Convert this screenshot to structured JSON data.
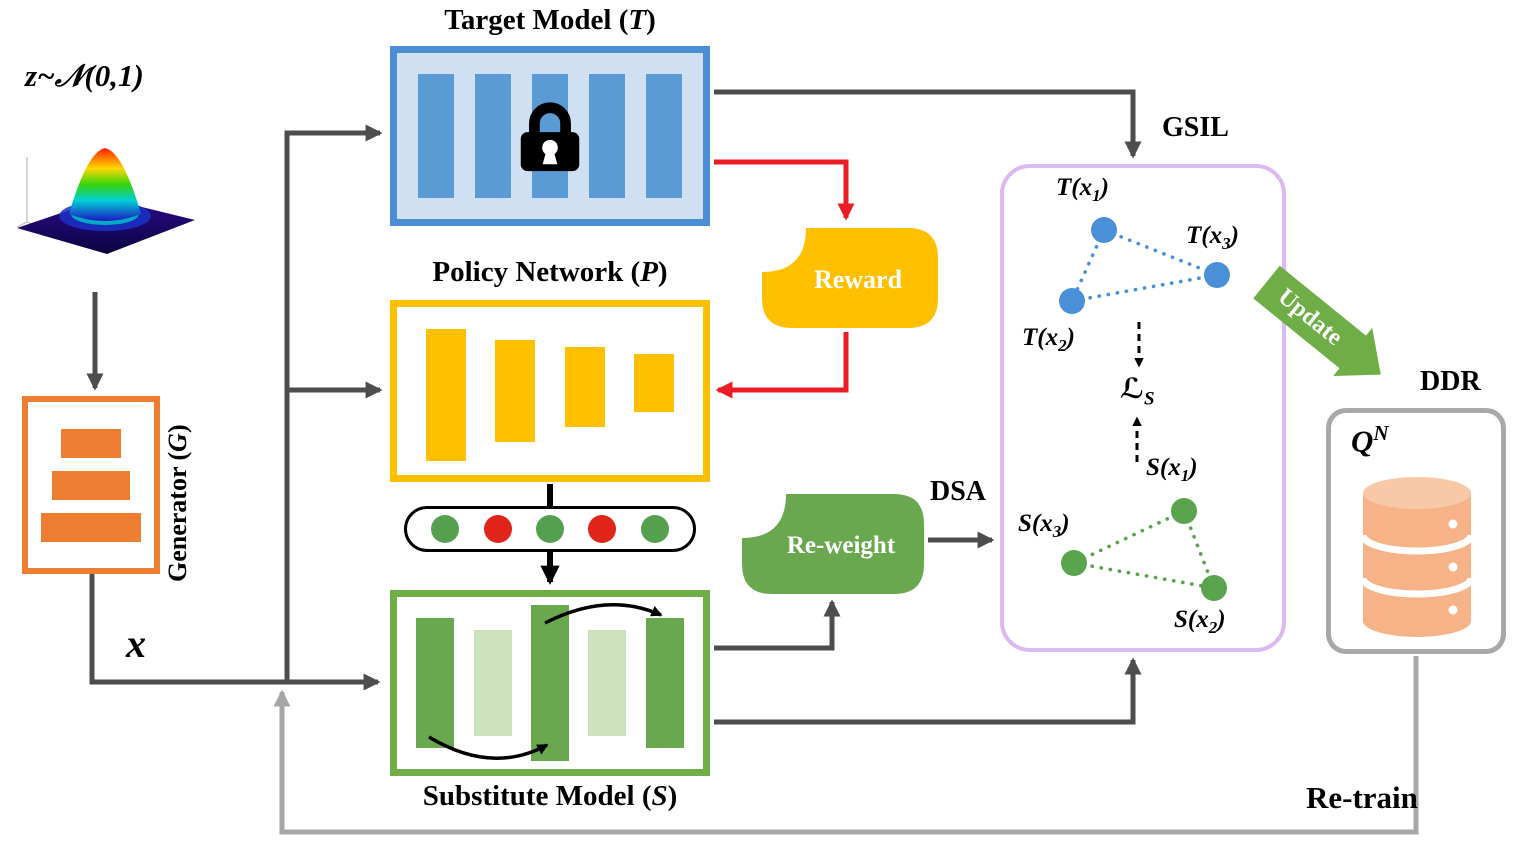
{
  "latent_label": "z~𝒩(0,1)",
  "generator": {
    "prefix": "Generator (",
    "var": "G",
    "suffix": ")"
  },
  "x_label": "x",
  "target_model": {
    "prefix": "Target Model (",
    "var": "T",
    "suffix": ")"
  },
  "policy_network": {
    "prefix": "Policy Network (",
    "var": "P",
    "suffix": ")",
    "pill_circles": [
      "green",
      "red",
      "green",
      "red",
      "green"
    ]
  },
  "substitute_model": {
    "prefix": "Substitute Model (",
    "var": "S",
    "suffix": ")"
  },
  "reward_label": "Reward",
  "reweight_label": "Re-weight",
  "dsa_label": "DSA",
  "gsil": {
    "label": "GSIL",
    "t1": {
      "main": "T(x",
      "sub": "1",
      "close": ")"
    },
    "t2": {
      "main": "T(x",
      "sub": "2",
      "close": ")"
    },
    "t3": {
      "main": "T(x",
      "sub": "3",
      "close": ")"
    },
    "loss": {
      "main": "ℒ",
      "sub": "S"
    },
    "s1": {
      "main": "S(x",
      "sub": "1",
      "close": ")"
    },
    "s2": {
      "main": "S(x",
      "sub": "2",
      "close": ")"
    },
    "s3": {
      "main": "S(x",
      "sub": "3",
      "close": ")"
    }
  },
  "update_label": "Update",
  "ddr": {
    "label": "DDR",
    "q": {
      "main": "Q",
      "sup": "N"
    }
  },
  "retrain_label": "Re-train",
  "colors": {
    "target_border": "#4a8fd5",
    "target_fill": "#cfe0f3",
    "bar_blue": "#5b9bd5",
    "policy_gold": "#ffc000",
    "substitute_border": "#6fae47",
    "bar_green_dark": "#6aa84f",
    "bar_green_light": "#cde3bd",
    "generator_orange": "#ed7d31",
    "gsil_purple": "#dcb9f2",
    "db_orange": "#f6b387",
    "ddr_border": "#a8a8a8",
    "arrow_dark": "#4d4d4d",
    "arrow_red": "#ec1c24",
    "arrow_gray": "#a6a6a6",
    "circle_green": "#55a04f",
    "circle_red": "#e2251b",
    "update_green": "#6fae47"
  }
}
